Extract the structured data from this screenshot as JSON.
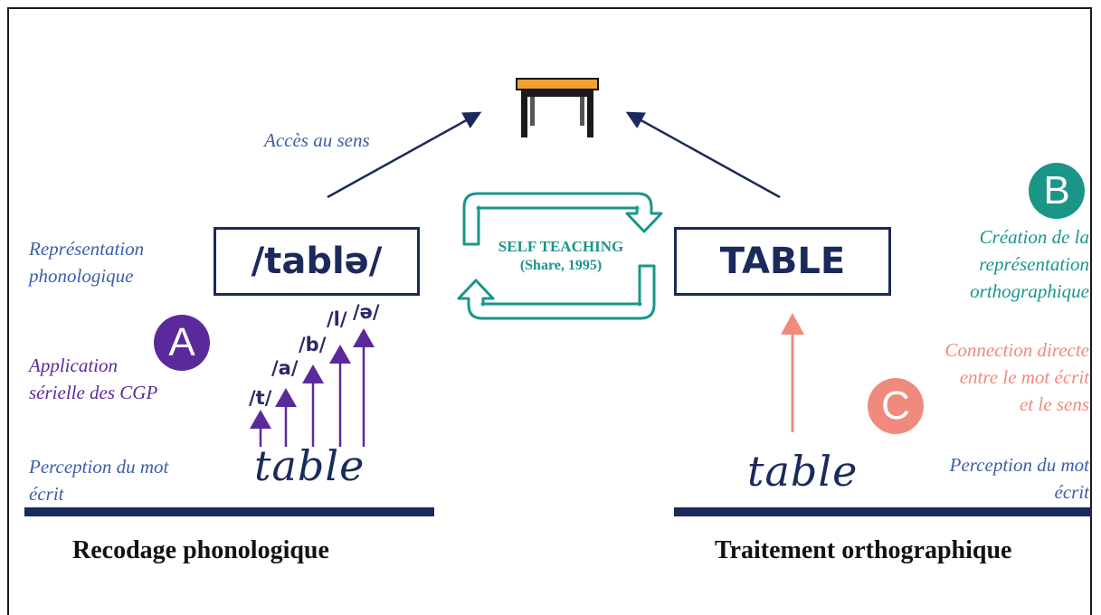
{
  "labels": {
    "acces_au_sens": "Accès au sens",
    "representation_phonologique_1": "Représentation",
    "representation_phonologique_2": "phonologique",
    "application_1": "Application",
    "application_2": "sérielle des CGP",
    "perception_left_1": "Perception du mot",
    "perception_left_2": "écrit",
    "creation_1": "Création de la",
    "creation_2": "représentation",
    "creation_3": "orthographique",
    "connection_1": "Connection directe",
    "connection_2": "entre le mot écrit",
    "connection_3": "et le sens",
    "perception_right_1": "Perception du mot",
    "perception_right_2": "écrit"
  },
  "boxes": {
    "phonological": "/tablə/",
    "orthographic": "TABLE"
  },
  "self_teaching": {
    "title": "SELF TEACHING",
    "citation": "(Share, 1995)"
  },
  "badges": {
    "a": "A",
    "b": "B",
    "c": "C"
  },
  "phonemes": [
    "/t/",
    "/a/",
    "/b/",
    "/l/",
    "/ə/"
  ],
  "written_word_left": "table",
  "written_word_right": "table",
  "bottom": {
    "left": "Recodage phonologique",
    "right": "Traitement orthographique"
  },
  "colors": {
    "navy": "#1b2a5c",
    "purple": "#5b2a9a",
    "teal": "#1a9688",
    "salmon": "#f08a7e",
    "table_top": "#f0a030"
  },
  "icons": {
    "meaning": "table-icon"
  }
}
